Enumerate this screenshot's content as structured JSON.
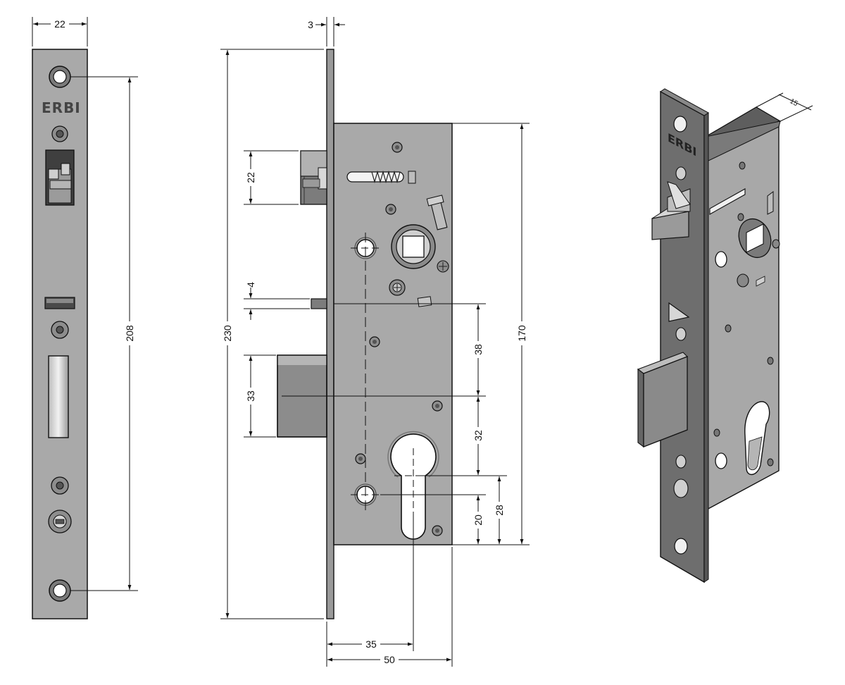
{
  "brand": "ERBI",
  "dimensions": {
    "faceplate_width": "22",
    "faceplate_thickness": "3",
    "total_height": "230",
    "screw_hole_spacing": "208",
    "case_height": "170",
    "latch_height": "22",
    "deadbolt_height": "33",
    "spacer_4": "4",
    "dim_38": "38",
    "dim_32": "32",
    "dim_28": "28",
    "dim_20": "20",
    "backset": "35",
    "case_depth": "50",
    "iso_depth": "15"
  },
  "colors": {
    "metal": "#a7a7a7",
    "metal_dark": "#6f6f6f",
    "line": "#111111"
  }
}
